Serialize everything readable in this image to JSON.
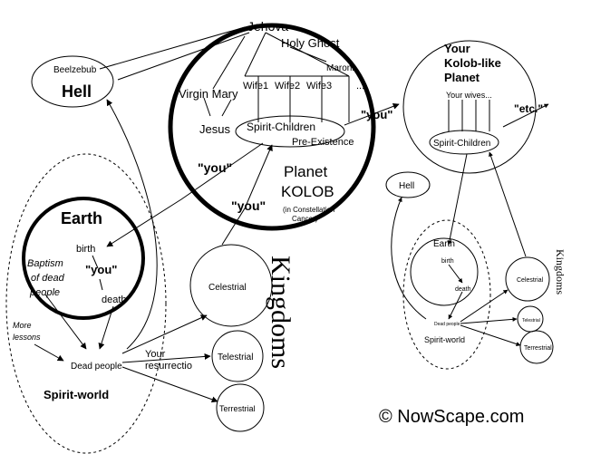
{
  "left": {
    "jehova": "Jehova",
    "holy_ghost": "Holy Ghost",
    "maroni": "Maroni",
    "beelzebub": "Beelzebub",
    "hell": "Hell",
    "virgin_mary": "Virgin Mary",
    "jesus": "Jesus",
    "wife1": "Wife1",
    "wife2": "Wife2",
    "wife3": "Wife3",
    "dots": "...",
    "spirit_children": "Spirit-Children",
    "pre_existence": "Pre-Existence",
    "you_top": "\"you\"",
    "you_mid": "\"you\"",
    "you_celestial": "\"you\"",
    "you_earth": "\"you\"",
    "planet_line1": "Planet",
    "planet_line2": "KOLOB",
    "constellation_line1": "(in Constellation",
    "constellation_line2": "Cancer)",
    "earth": "Earth",
    "birth": "birth",
    "baptism_line1": "Baptism",
    "baptism_line2": "of dead",
    "baptism_line3": "people",
    "death": "death",
    "more_line1": "More",
    "more_line2": "lessons",
    "dead_people": "Dead people",
    "spirit_world": "Spirit-world",
    "your_resurrection_line1": "Your",
    "your_resurrection_line2": "resurrectio",
    "celestial": "Celestrial",
    "telestial": "Telestrial",
    "terrestrial": "Terrestrial",
    "kingdoms": "Kingdoms"
  },
  "right": {
    "your_line1": "Your",
    "your_line2": "Kolob-like",
    "your_line3": "Planet",
    "your_wives": "Your wives...",
    "etc": "\"etc.\"",
    "spirit_children": "Spirit-Children",
    "hell": "Hell",
    "earth": "Earth",
    "birth": "birth",
    "death": "death",
    "dead_people": "Dead people",
    "spirit_world": "Spirit-world",
    "celestial": "Celestrial",
    "telestial": "Telestrial",
    "terrestrial": "Terrestrial",
    "kingdoms": "Kingdoms"
  },
  "copyright": "© NowScape.com"
}
